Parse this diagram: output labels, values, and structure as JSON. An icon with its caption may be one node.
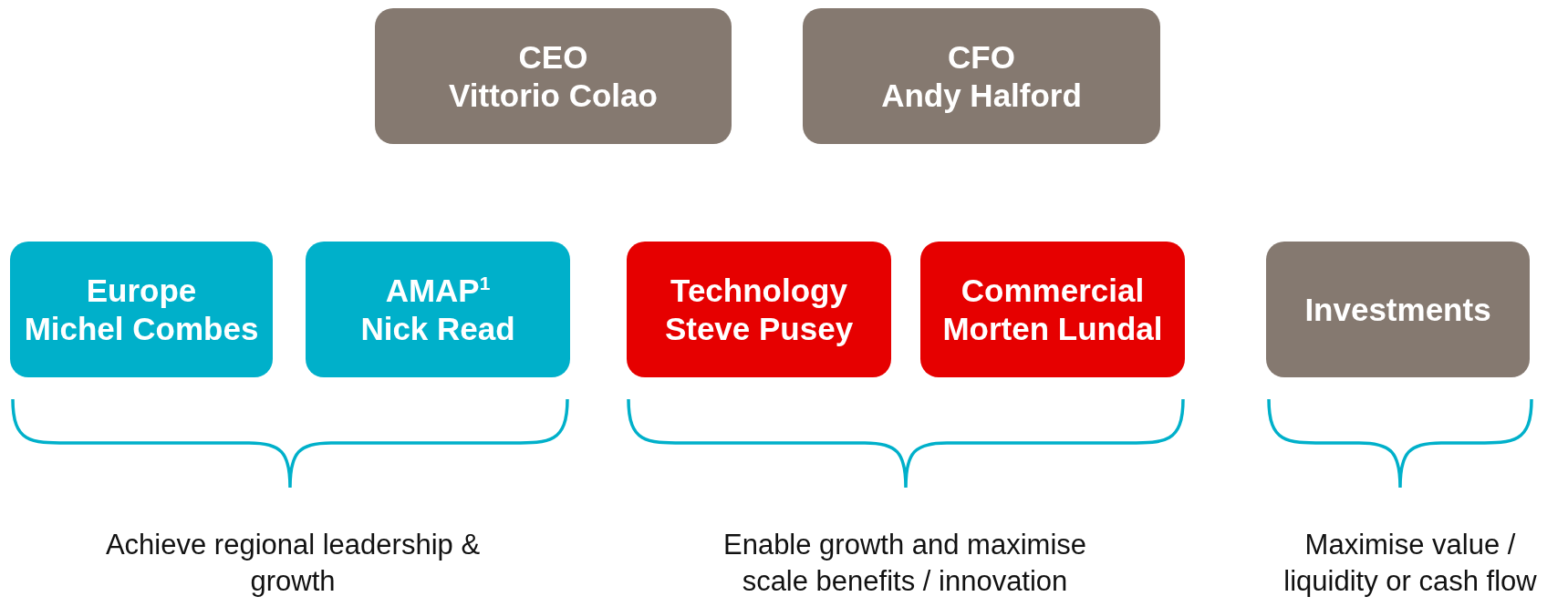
{
  "diagram": {
    "nodes": [
      {
        "text": [
          "CEO",
          "Vittorio Colao"
        ]
      },
      {
        "text": [
          "CFO",
          "Andy Halford"
        ]
      },
      {
        "text": [
          "Europe",
          "Michel Combes"
        ]
      },
      {
        "text": [
          "AMAP$^{1}$",
          "Nick Read"
        ]
      },
      {
        "text": [
          "Technology",
          "Steve Pusey"
        ]
      },
      {
        "text": [
          "Commercial",
          "Morten Lundal"
        ]
      },
      {
        "text": [
          "Investments"
        ]
      }
    ],
    "edges": [],
    "labels": [
      "Achieve regional leadership & growth",
      "Enable growth and maximise scale benefits / innovation",
      "Maximise value  / liquidity or cash flow"
    ]
  }
}
